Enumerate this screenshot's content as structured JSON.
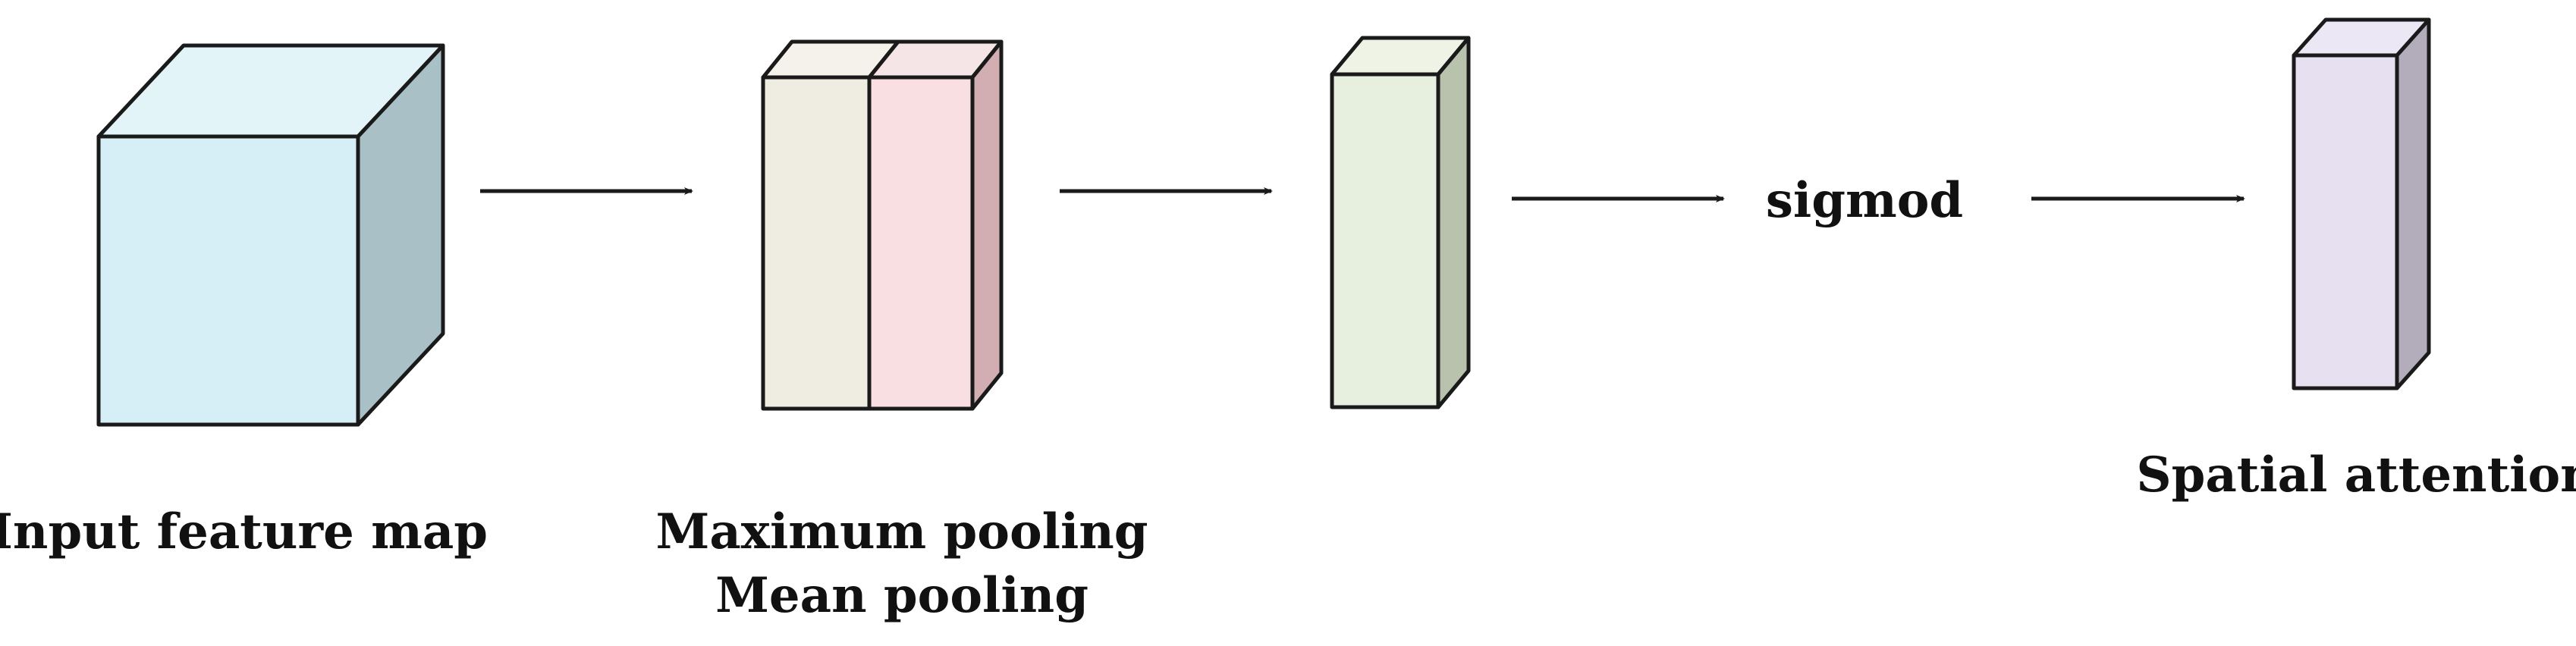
{
  "labels": {
    "input": "Input feature map",
    "pool_max": "Maximum pooling",
    "pool_mean": "Mean pooling",
    "sigmoid": "sigmod",
    "output": "Spatial attention"
  },
  "colors": {
    "stroke": "#1a1a1a",
    "input_front": "#d6eef5",
    "input_top": "#e3f4f8",
    "input_side": "#a9c1c6",
    "maxpool_front": "#efede2",
    "maxpool_top": "#f4f2ea",
    "meanpool_front": "#fadfe2",
    "meanpool_top": "#f6e5e7",
    "meanpool_side": "#d2aeb2",
    "conv_front": "#e7efde",
    "conv_top": "#eef3e6",
    "conv_side": "#b8c2ac",
    "attn_front": "#e6e0f0",
    "attn_top": "#ece7f4",
    "attn_side": "#b3acbb"
  }
}
